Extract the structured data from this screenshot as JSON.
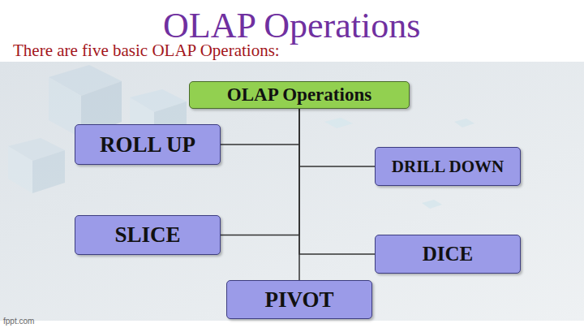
{
  "diagram": {
    "title": "OLAP Operations",
    "nodes": [
      {
        "text": [
          "OLAP Operations"
        ]
      },
      {
        "text": [
          "ROLL UP"
        ]
      },
      {
        "text": [
          "DRILL DOWN"
        ]
      },
      {
        "text": [
          "SLICE"
        ]
      },
      {
        "text": [
          "DICE"
        ]
      },
      {
        "text": [
          "PIVOT"
        ]
      }
    ],
    "edges": [
      {
        "from": 0,
        "to": 1,
        "arrow": "none"
      },
      {
        "from": 0,
        "to": 2,
        "arrow": "none"
      },
      {
        "from": 0,
        "to": 3,
        "arrow": "none"
      },
      {
        "from": 0,
        "to": 4,
        "arrow": "none"
      },
      {
        "from": 0,
        "to": 5,
        "arrow": "none"
      }
    ],
    "labels": [
      "There are five basic OLAP Operations:",
      "fppt.com"
    ]
  }
}
